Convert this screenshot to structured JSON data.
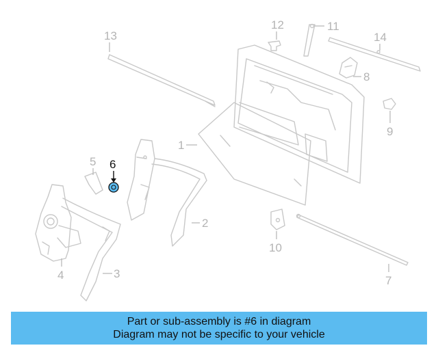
{
  "diagram": {
    "callouts": [
      "1",
      "2",
      "3",
      "4",
      "5",
      "6",
      "7",
      "8",
      "9",
      "10",
      "11",
      "12",
      "13",
      "14"
    ],
    "highlighted": "6",
    "highlight_color": "#5bbbf0"
  },
  "banner": {
    "line1": "Part or sub-assembly is #6 in diagram",
    "line2": "Diagram may not be specific to your vehicle",
    "background": "#5bbbf0"
  }
}
